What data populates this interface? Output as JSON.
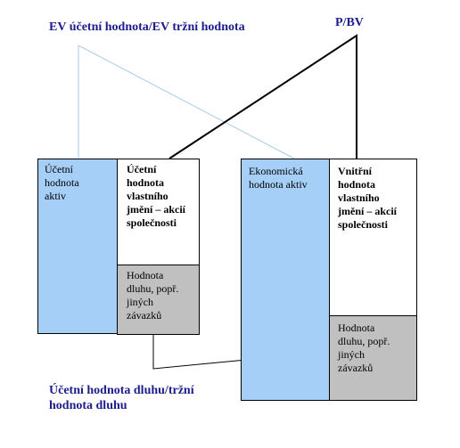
{
  "labels": {
    "ev_ratio": "EV účetní hodnota/EV tržní hodnota",
    "pbv": "P/BV",
    "debt_ratio": "Účetní hodnota dluhu/tržní\nhodnota dluhu"
  },
  "left_block": {
    "assets": "Účetní\nhodnota\naktiv",
    "equity": "Účetní\nhodnota\nvlastního\njmění – akcií\nspolečnosti",
    "debt": "Hodnota\ndluhu, popř.\njiných\nzávazků"
  },
  "right_block": {
    "assets": "Ekonomická\nhodnota aktiv",
    "equity": "Vnitřní\nhodnota\nvlastního\njmění – akcií\nspolečnosti",
    "debt": "Hodnota\ndluhu, popř.\njiných\nzávazků"
  },
  "colors": {
    "assets_fill": "#a6cff7",
    "equity_fill": "#ffffff",
    "debt_fill": "#c0c0c0",
    "label_text": "#1c1c8c",
    "ev_connector": "#a9cce3",
    "pbv_connector": "#000000",
    "debt_connector": "#000000"
  }
}
